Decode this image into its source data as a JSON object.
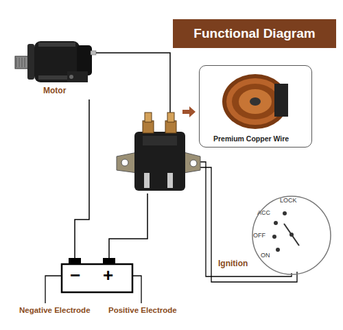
{
  "diagram": {
    "title": "Functional Diagram",
    "nodes": [
      {
        "text": [
          "Motor"
        ]
      },
      {
        "text": [
          "Premium Copper Wire"
        ]
      },
      {
        "text": [
          "LOCK",
          "ACC",
          "OFF",
          "ON"
        ]
      },
      {
        "text": [
          "−",
          "+"
        ]
      }
    ],
    "edges": [
      {
        "from": 0,
        "to": 3,
        "arrow": "none"
      }
    ],
    "labels": [
      "Ignition",
      "Negative Electrode",
      "Positive Electrode"
    ]
  }
}
